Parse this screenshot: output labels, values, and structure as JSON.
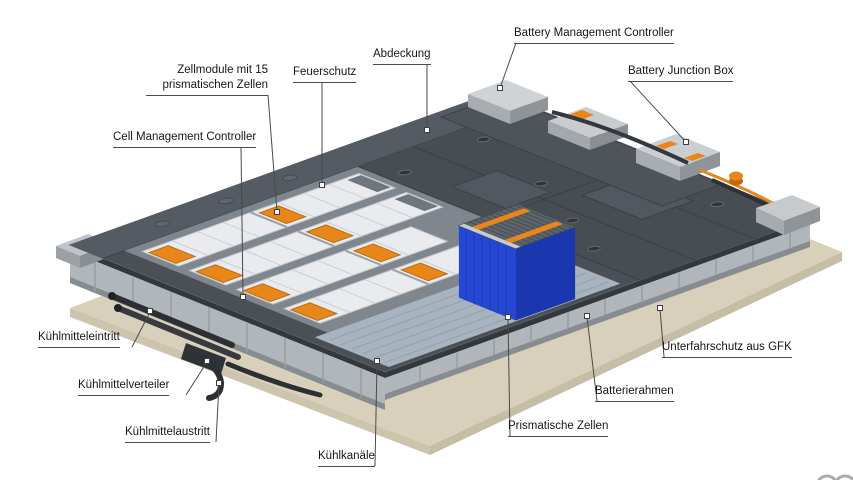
{
  "colors": {
    "background": "#ffffff",
    "label_text": "#161616",
    "leader_line": "#4a4a4a",
    "cover_dark_gray": "#474d53",
    "module_white": "#e9ebee",
    "hv_connector_orange": "#e8861a",
    "prismatic_cells_blue": "#2547d6",
    "underbody_beige": "#d9d0bb",
    "frame_silver": "#b1b6bb",
    "cooling_floor_blue_gray": "#a7b3be"
  },
  "labels": {
    "battery_management_controller": "Battery Management Controller",
    "battery_junction_box": "Battery Junction Box",
    "abdeckung": "Abdeckung",
    "feuerschutz": "Feuerschutz",
    "zellmodule_line1": "Zellmodule mit 15",
    "zellmodule_line2": "prismatischen Zellen",
    "cell_management_controller": "Cell Management Controller",
    "kuehlmitteleintritt": "Kühlmitteleintritt",
    "kuehlmittelverteiler": "Kühlmittelverteiler",
    "kuehlmittelaustritt": "Kühlmittelaustritt",
    "kuehlkanaele": "Kühlkanäle",
    "prismatische_zellen": "Prismatische Zellen",
    "batterierahmen": "Batterierahmen",
    "unterfahrschutz_gfk": "Unterfahrschutz aus GFK"
  }
}
